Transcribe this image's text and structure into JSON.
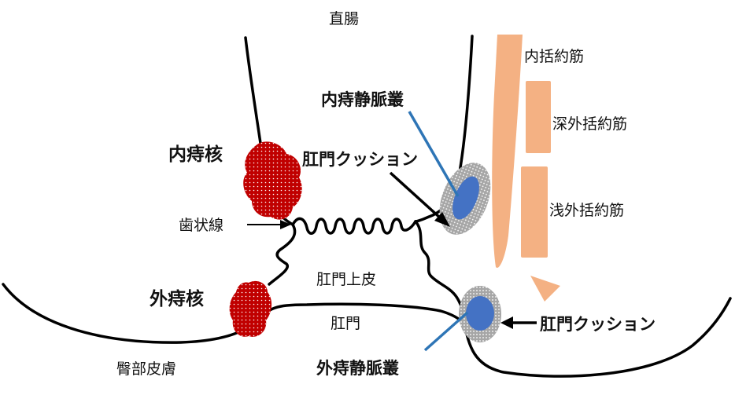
{
  "colors": {
    "muscle": "#f4b183",
    "hemorrhoid": "#c00000",
    "plexus": "#4472c4",
    "cushion": "#a6a6a6",
    "pointer_blue": "#2e75b6",
    "line": "#000000"
  },
  "labels": {
    "rectum": "直腸",
    "internal_sphincter": "内括約筋",
    "deep_external_sphincter": "深外括約筋",
    "superficial_external_sphincter": "浅外括約筋",
    "internal_plexus": "内痔静脈叢",
    "anal_cushion_upper": "肛門クッション",
    "anal_cushion_lower": "肛門クッション",
    "internal_hemorrhoid": "内痔核",
    "dentate_line": "歯状線",
    "anoderm": "肛門上皮",
    "external_hemorrhoid": "外痔核",
    "anus": "肛門",
    "external_plexus": "外痔静脈叢",
    "perianal_skin": "臀部皮膚"
  }
}
